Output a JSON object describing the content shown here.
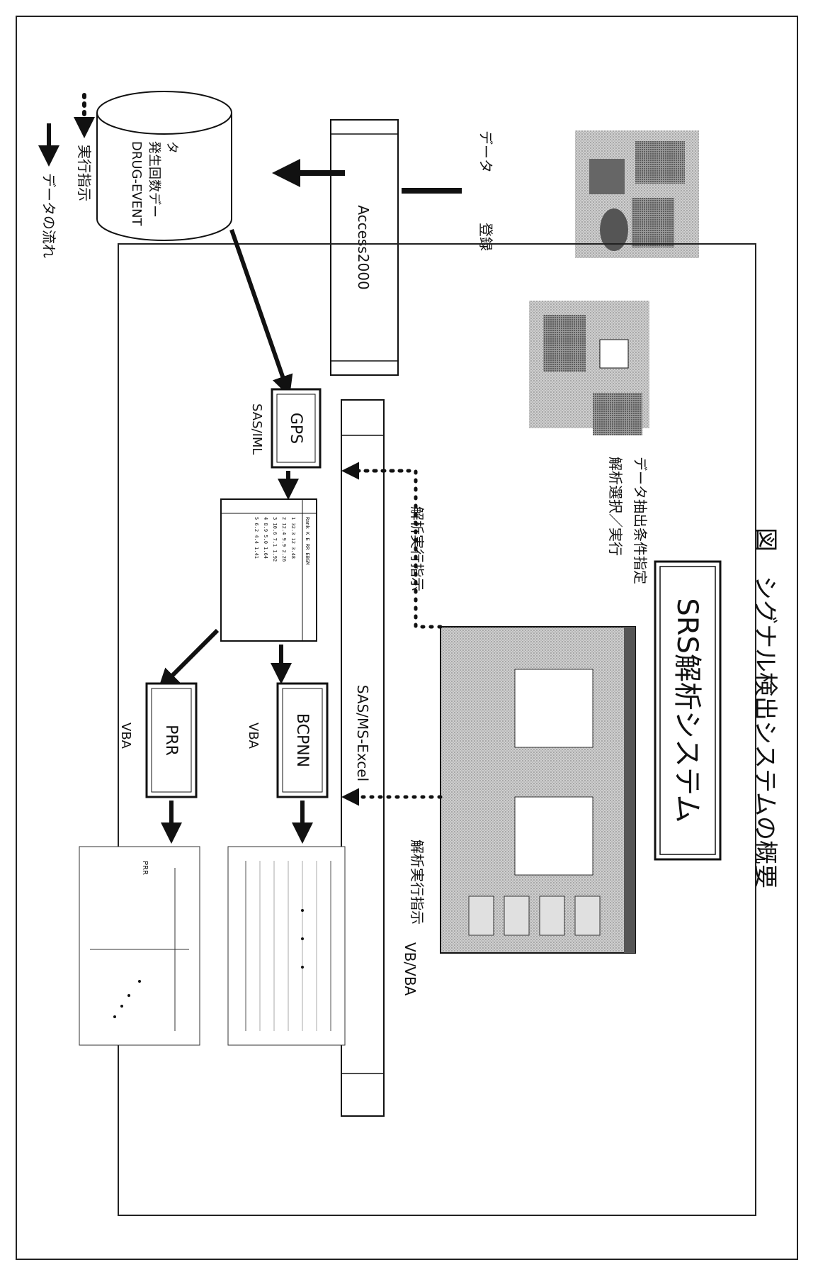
{
  "figure_caption_partial": "図　シグナル検出システムの概要",
  "system_title": "SRS解析システム",
  "data_entry": {
    "data_label": "データ",
    "register_label": "登録",
    "access_label": "Access2000"
  },
  "database": {
    "line1": "DRUG-EVENT",
    "line2": "発生回数デー",
    "line3": "タ"
  },
  "legend": {
    "data_flow": "データの流れ",
    "execution": "実行指示"
  },
  "operator": {
    "condition": "データ抽出条件指定",
    "select": "解析選択／実行",
    "vb_label": "VB/VBA"
  },
  "excel_bar": "SAS/MS-Excel",
  "instructions": {
    "upper": "解析実行指示",
    "lower": "解析実行指示"
  },
  "nodes": {
    "gps": "GPS",
    "gps_sub": "SAS/IML",
    "bcpnn": "BCPNN",
    "bcpnn_sub": "VBA",
    "prr": "PRR",
    "prr_sub": "VBA"
  },
  "output_table": {
    "header": "Rank  K    E    RR    EBGM",
    "rows": [
      "1  32.3 12  3.48",
      "2  12.4 9.9 2.26",
      "3  10.6 7.1 1.92",
      "4  8.9  5.0 1.64",
      "5  6.2  4.4 1.41"
    ]
  },
  "prr_chart": {
    "title": "PRR"
  }
}
